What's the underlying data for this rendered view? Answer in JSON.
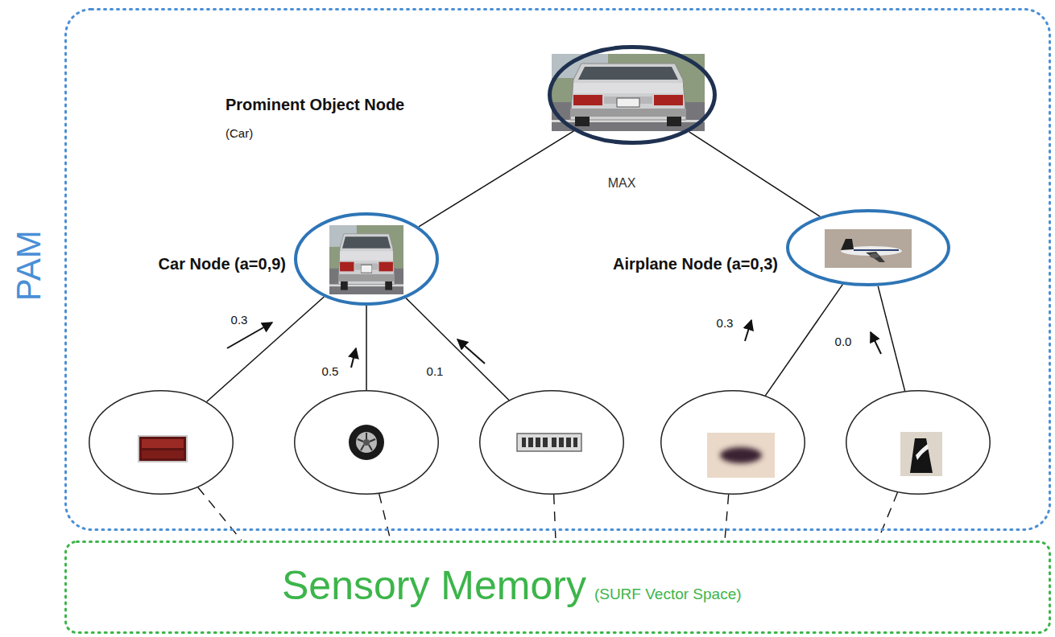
{
  "diagram": {
    "nodes": [
      {
        "text": [
          "PAM"
        ]
      },
      {
        "text": [
          "Prominent Object Node",
          "(Car)"
        ],
        "in": 0
      },
      {
        "text": [
          "Car Node (a=0,9)"
        ],
        "in": 0
      },
      {
        "text": [
          "Airplane Node (a=0,3)"
        ],
        "in": 0
      },
      {
        "text": [],
        "in": 0
      },
      {
        "text": [],
        "in": 0
      },
      {
        "text": [],
        "in": 0
      },
      {
        "text": [],
        "in": 0
      },
      {
        "text": [],
        "in": 0
      },
      {
        "text": [
          "Sensory Memory",
          "(SURF Vector Space)"
        ]
      }
    ],
    "edges": [
      {
        "from": 2,
        "to": 1,
        "arrow": "none"
      },
      {
        "from": 3,
        "to": 1,
        "arrow": "none"
      },
      {
        "from": 4,
        "to": 2,
        "label": "0.3",
        "arrow": "none"
      },
      {
        "from": 5,
        "to": 2,
        "label": "0.5",
        "arrow": "none"
      },
      {
        "from": 6,
        "to": 2,
        "label": "0.1",
        "arrow": "none"
      },
      {
        "from": 7,
        "to": 3,
        "label": "0.3",
        "arrow": "none"
      },
      {
        "from": 8,
        "to": 3,
        "label": "0.0",
        "arrow": "none"
      },
      {
        "from": 4,
        "to": 9,
        "arrow": "none"
      },
      {
        "from": 5,
        "to": 9,
        "arrow": "none"
      },
      {
        "from": 6,
        "to": 9,
        "arrow": "none"
      },
      {
        "from": 7,
        "to": 9,
        "arrow": "none"
      },
      {
        "from": 8,
        "to": 9,
        "arrow": "none"
      }
    ],
    "labels": [
      "MAX"
    ]
  }
}
